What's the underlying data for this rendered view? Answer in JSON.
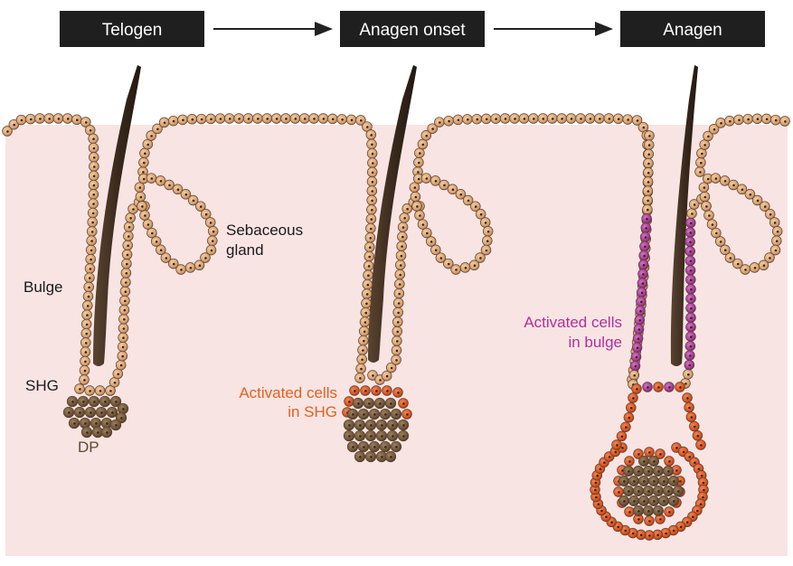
{
  "stages": {
    "telogen": "Telogen",
    "anagen_onset": "Anagen onset",
    "anagen": "Anagen"
  },
  "labels": {
    "sebaceous_line1": "Sebaceous",
    "sebaceous_line2": "gland",
    "bulge": "Bulge",
    "shg": "SHG",
    "dp": "DP",
    "activated_shg_line1": "Activated cells",
    "activated_shg_line2": "in SHG",
    "activated_bulge_line1": "Activated cells",
    "activated_bulge_line2": "in bulge"
  },
  "colors": {
    "skin": "#f8e4e3",
    "epithelial_cell": "#d8a273",
    "epithelial_outline": "#5e4232",
    "dp_cell": "#6f5639",
    "activated_shg_cell": "#d8531f",
    "activated_bulge_cell": "#a53a97",
    "hair": "#3b2a1d",
    "stage_box": "#1f1f1f",
    "activated_shg_text": "#e0621f",
    "activated_bulge_text": "#b0309a"
  },
  "icons": [
    "arrow-right-icon",
    "arrow-right-icon"
  ]
}
